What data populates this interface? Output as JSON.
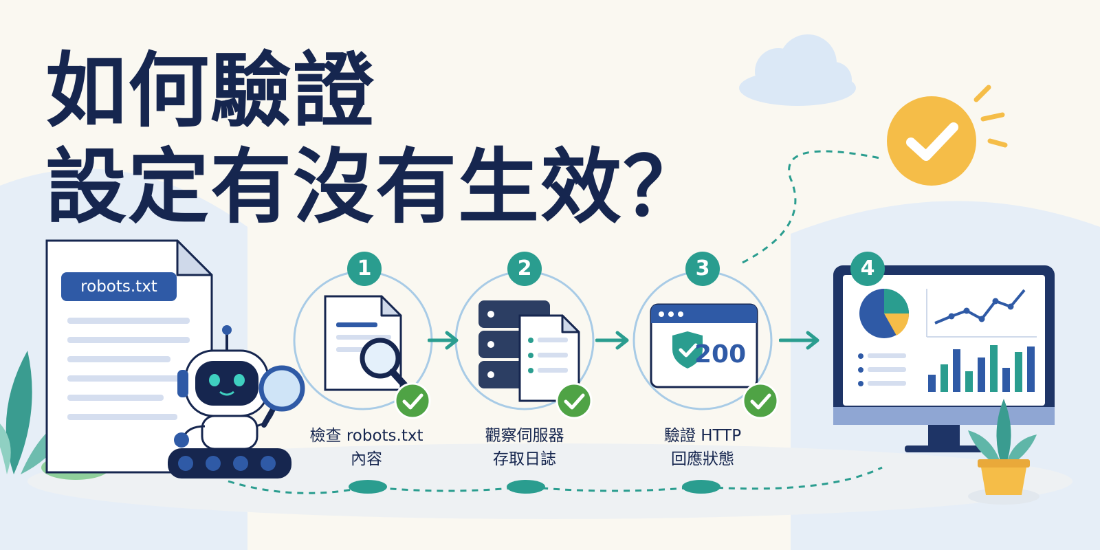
{
  "title": {
    "line1": "如何驗證",
    "line2": "設定有沒有生效？"
  },
  "document": {
    "filename": "robots.txt"
  },
  "steps": [
    {
      "number": "1",
      "label_line1": "檢查 robots.txt",
      "label_line2": "內容"
    },
    {
      "number": "2",
      "label_line1": "觀察伺服器",
      "label_line2": "存取日誌"
    },
    {
      "number": "3",
      "label_line1": "驗證 HTTP",
      "label_line2": "回應狀態"
    },
    {
      "number": "4"
    }
  ],
  "http_status": "200",
  "colors": {
    "navy": "#16264f",
    "blue": "#2f5aa6",
    "teal": "#2a9d8f",
    "green": "#4fa345",
    "yellow": "#f5bd48",
    "cloud": "#dfeaf6"
  }
}
